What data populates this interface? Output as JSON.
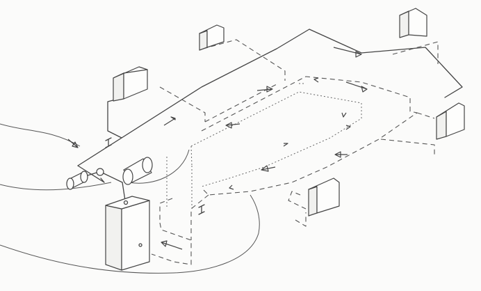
{
  "diagram": {
    "labels": [],
    "components": {
      "terminal_units": 5,
      "air_handling_unit": 1,
      "fans": 2,
      "return_grilles": 2
    },
    "flow_arrows": 14,
    "colors": {
      "line": "#444444",
      "background": "#fbfbfa"
    }
  }
}
